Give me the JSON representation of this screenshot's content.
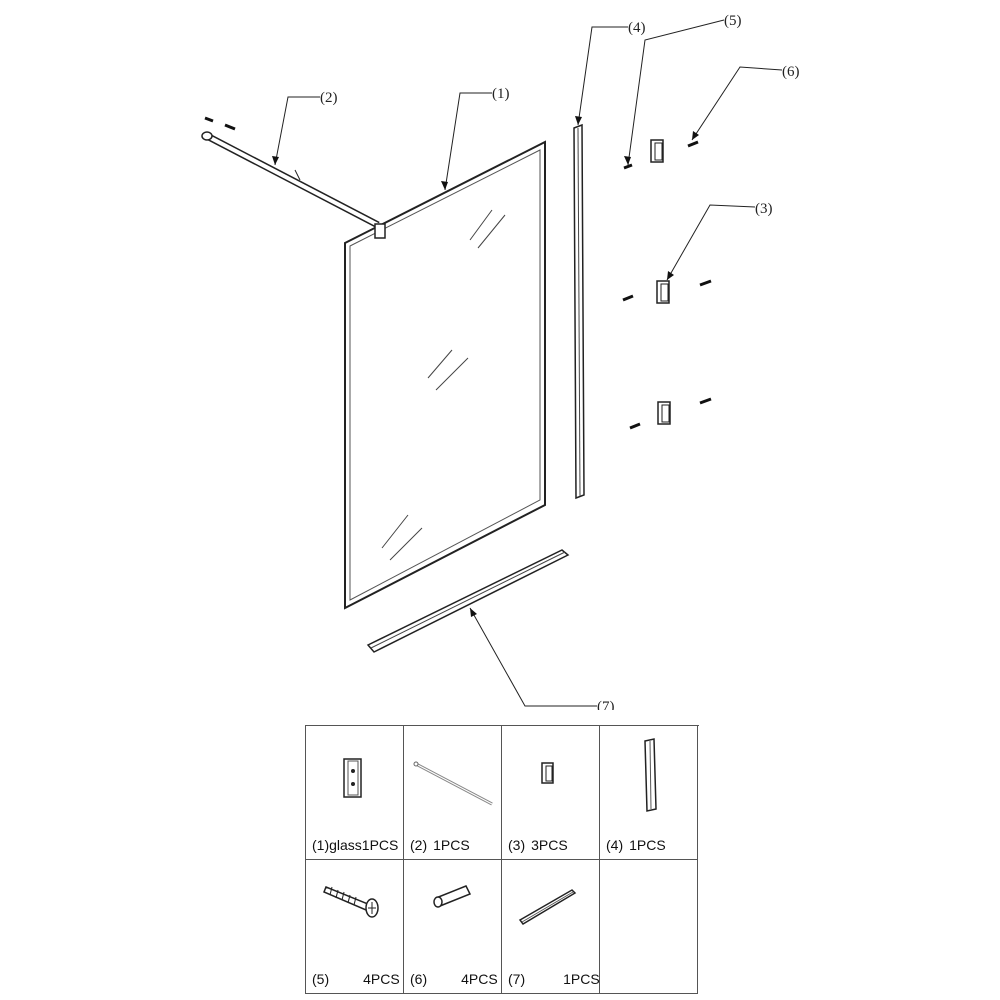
{
  "callouts": {
    "c1": "(1)",
    "c2": "(2)",
    "c3": "(3)",
    "c4": "(4)",
    "c5": "(5)",
    "c6": "(6)",
    "c7": "(7)"
  },
  "parts": [
    {
      "num": "(1)",
      "qty": "glass1PCS"
    },
    {
      "num": "(2)",
      "qty": "1PCS"
    },
    {
      "num": "(3)",
      "qty": "3PCS"
    },
    {
      "num": "(4)",
      "qty": "1PCS"
    },
    {
      "num": "(5)",
      "qty": "4PCS"
    },
    {
      "num": "(6)",
      "qty": "4PCS"
    },
    {
      "num": "(7)",
      "qty": "1PCS"
    }
  ]
}
